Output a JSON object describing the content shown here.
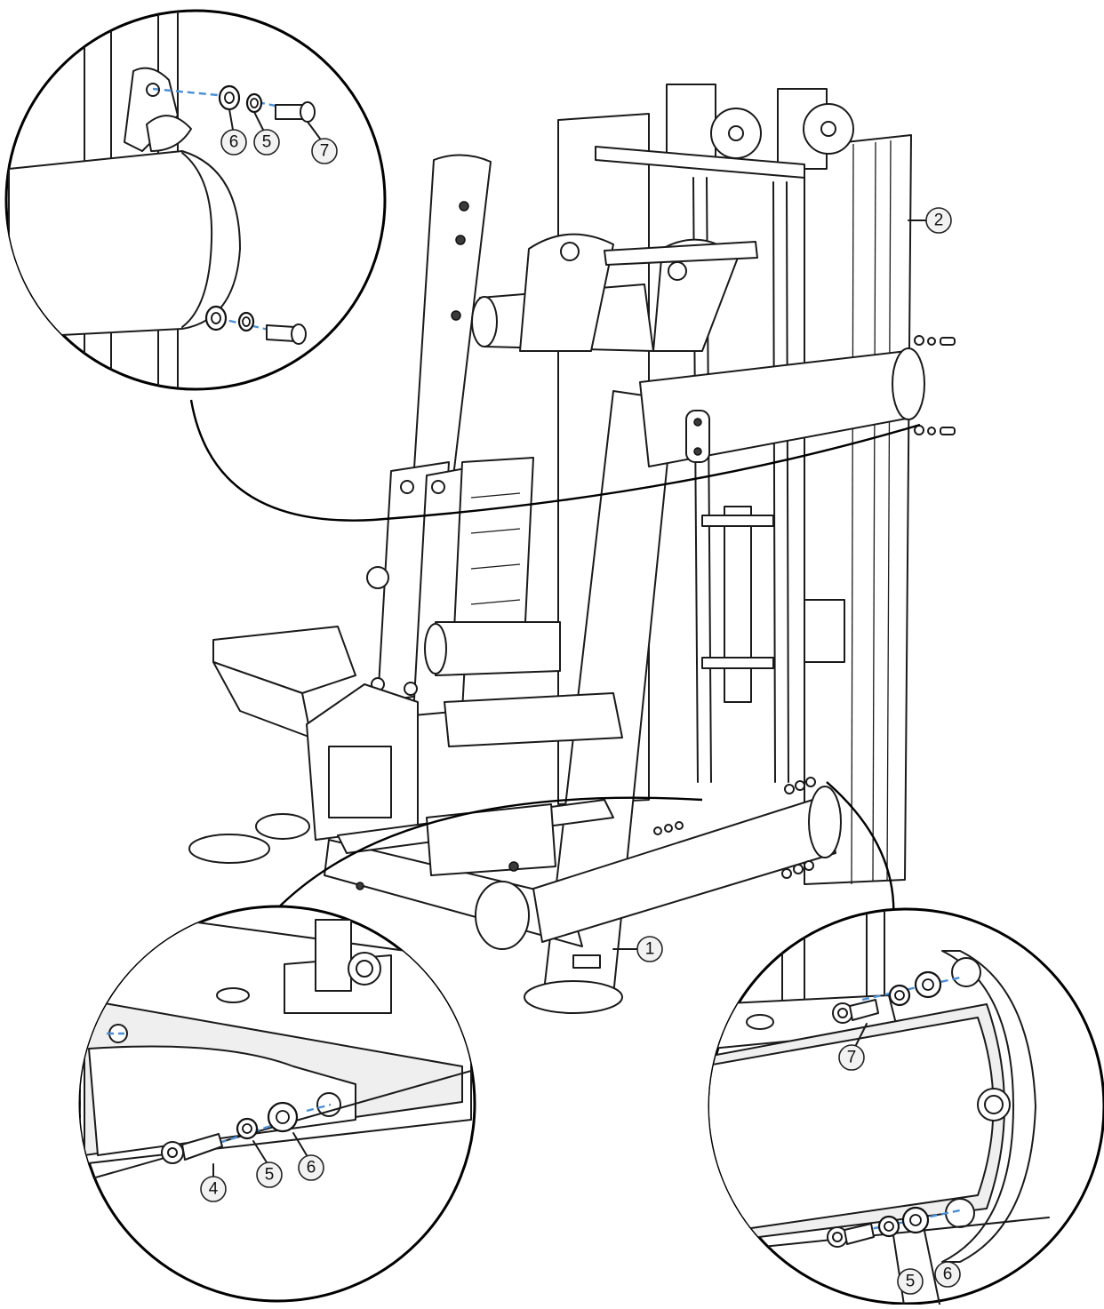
{
  "callouts": {
    "frame_1": "1",
    "frame_2": "2",
    "top_washer": "6",
    "top_lockwasher": "5",
    "top_bolt": "7",
    "bl_bolt": "4",
    "bl_lockwasher": "5",
    "bl_washer": "6",
    "br_bolt": "7",
    "br_lockwasher": "5",
    "br_washer": "6"
  },
  "colors": {
    "line": "#1a1a1a",
    "assembly_dash": "#4a8fd6",
    "callout_fill": "#f2f2f2"
  },
  "icons": [
    "bolt-icon",
    "washer-icon",
    "lock-washer-icon"
  ]
}
